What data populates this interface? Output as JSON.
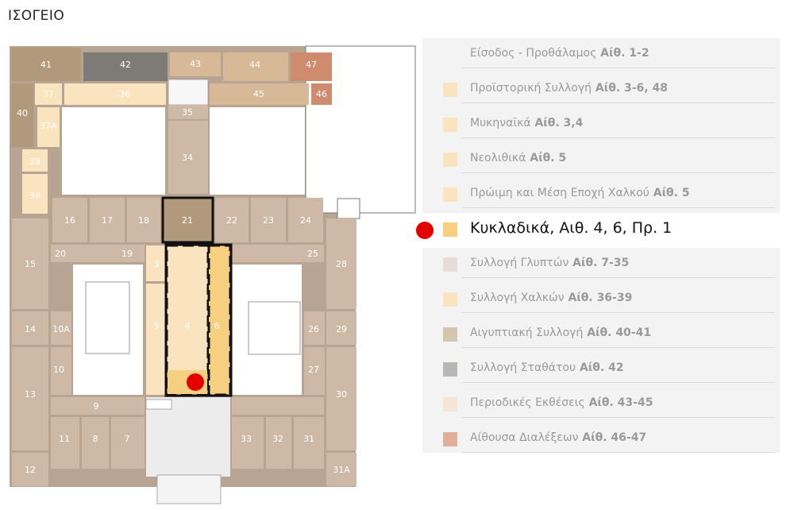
{
  "map_title": "ΙΣΟΓΕΙΟ",
  "colors": {
    "wall": "#b8a492",
    "sculpture": "#cdb9a5",
    "prehistoric": "#fae4bf",
    "cycladic": "#f7cf80",
    "egyptian": "#b19a7c",
    "stathatos": "#7e7b77",
    "periodic": "#d7b997",
    "lecture": "#cf8b6e",
    "service": "#ffffff",
    "entrance": "#ececec",
    "highlight_border": "#111111",
    "marker": "#e50000"
  },
  "rooms": {
    "r41": "41",
    "r42": "42",
    "r43": "43",
    "r44": "44",
    "r47": "47",
    "r46": "46",
    "r45": "45",
    "r37": "37",
    "r36": "36",
    "r40": "40",
    "r37a": "37Α",
    "r35": "35",
    "r34": "34",
    "r38": "38",
    "r39": "39",
    "r16": "16",
    "r17": "17",
    "r18": "18",
    "r21": "21",
    "r22": "22",
    "r23": "23",
    "r24": "24",
    "r15": "15",
    "r20": "20",
    "r19": "19",
    "r3": "3",
    "r4": "4",
    "r5": "5",
    "r6": "6",
    "r25": "25",
    "r28": "28",
    "r14": "14",
    "r10a": "10Α",
    "r10": "10",
    "r26": "26",
    "r29": "29",
    "r27": "27",
    "r13": "13",
    "r30": "30",
    "r9": "9",
    "r11": "11",
    "r8": "8",
    "r7": "7",
    "r33": "33",
    "r32": "32",
    "r31": "31",
    "r12": "12",
    "r31a": "31Α"
  },
  "legend": [
    {
      "text": "Είσοδος - Προθάλαμος",
      "rooms": "Αίθ. 1-2",
      "color": "#f3f3f3"
    },
    {
      "text": "Προϊστορική Συλλογή",
      "rooms": "Αίθ. 3-6, 48",
      "color": "#fae4bf"
    },
    {
      "text": "Μυκηναϊκά",
      "rooms": "Αίθ. 3,4",
      "color": "#fae4bf"
    },
    {
      "text": "Νεολιθικά",
      "rooms": "Αίθ. 5",
      "color": "#fae4bf"
    },
    {
      "text": "Πρώιμη και Μέση Εποχή Χαλκού",
      "rooms": "Αίθ. 5",
      "color": "#fae4bf"
    },
    {
      "text": "Κυκλαδικά, Αιθ. 4, 6, Πρ. 1",
      "rooms": "",
      "color": "#f7cf80",
      "highlight": true
    },
    {
      "text": "Συλλογή Γλυπτών",
      "rooms": "Αίθ. 7-35",
      "color": "#e6ddd5"
    },
    {
      "text": "Συλλογή Χαλκών",
      "rooms": "Αίθ. 36-39",
      "color": "#fae4bf"
    },
    {
      "text": "Αιγυπτιακή Συλλογή",
      "rooms": "Αίθ. 40-41",
      "color": "#d5c4ae"
    },
    {
      "text": "Συλλογή Σταθάτου",
      "rooms": "Αίθ. 42",
      "color": "#b9b7b3"
    },
    {
      "text": "Περιοδικές Εκθέσεις",
      "rooms": "Αίθ. 43-45",
      "color": "#f4e6d5"
    },
    {
      "text": "Αίθουσα Διαλέξεων",
      "rooms": "Αίθ. 46-47",
      "color": "#e2b09a"
    }
  ]
}
